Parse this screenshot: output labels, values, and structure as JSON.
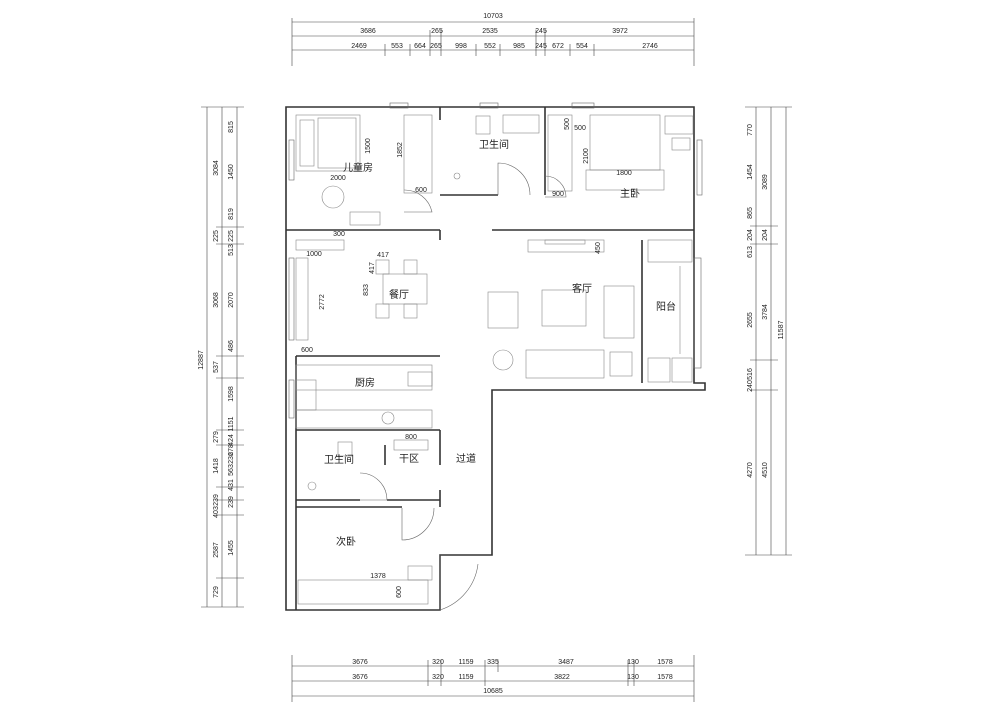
{
  "rooms": {
    "children_room": "儿童房",
    "bathroom_top": "卫生间",
    "master_bedroom": "主卧",
    "dining": "餐厅",
    "living": "客厅",
    "balcony": "阳台",
    "kitchen": "厨房",
    "bathroom_bottom": "卫生间",
    "dry_area": "干区",
    "corridor": "过道",
    "second_bedroom": "次卧"
  },
  "dims": {
    "top_total": "10703",
    "top_r1": [
      "3686",
      "265",
      "2535",
      "245",
      "3972"
    ],
    "top_r2": [
      "2469",
      "553",
      "664",
      "265",
      "998",
      "552",
      "985",
      "245",
      "672",
      "554",
      "2746"
    ],
    "bottom_r1": [
      "3676",
      "320",
      "1159",
      "335",
      "3487",
      "130",
      "1578"
    ],
    "bottom_r2": [
      "3676",
      "320",
      "1159",
      "3822",
      "130",
      "1578"
    ],
    "bottom_total": "10685",
    "left_total": "12887",
    "left_r1": [
      "3084",
      "225",
      "3068",
      "537",
      "279",
      "1418",
      "239",
      "403",
      "2587",
      "729"
    ],
    "left_r2": [
      "815",
      "1450",
      "819",
      "225",
      "513",
      "2070",
      "486",
      "1598",
      "1151",
      "424",
      "278",
      "236",
      "563",
      "431",
      "239",
      "1455"
    ],
    "right_total": "11587",
    "right_r1": [
      "770",
      "1454",
      "865",
      "204",
      "613",
      "2655",
      "516",
      "240",
      "4270"
    ],
    "right_r2": [
      "3089",
      "204",
      "3784",
      "4510"
    ]
  },
  "inner": {
    "d1500": "1500",
    "d2000": "2000",
    "d1852": "1852",
    "d600a": "600",
    "d300": "300",
    "d500a": "500",
    "d500b": "500",
    "d2100": "2100",
    "d1800": "1800",
    "d900": "900",
    "d1000": "1000",
    "d417a": "417",
    "d417b": "417",
    "d833": "833",
    "d2772": "2772",
    "d600b": "600",
    "d450": "450",
    "d800": "800",
    "d1378": "1378",
    "d600c": "600"
  }
}
